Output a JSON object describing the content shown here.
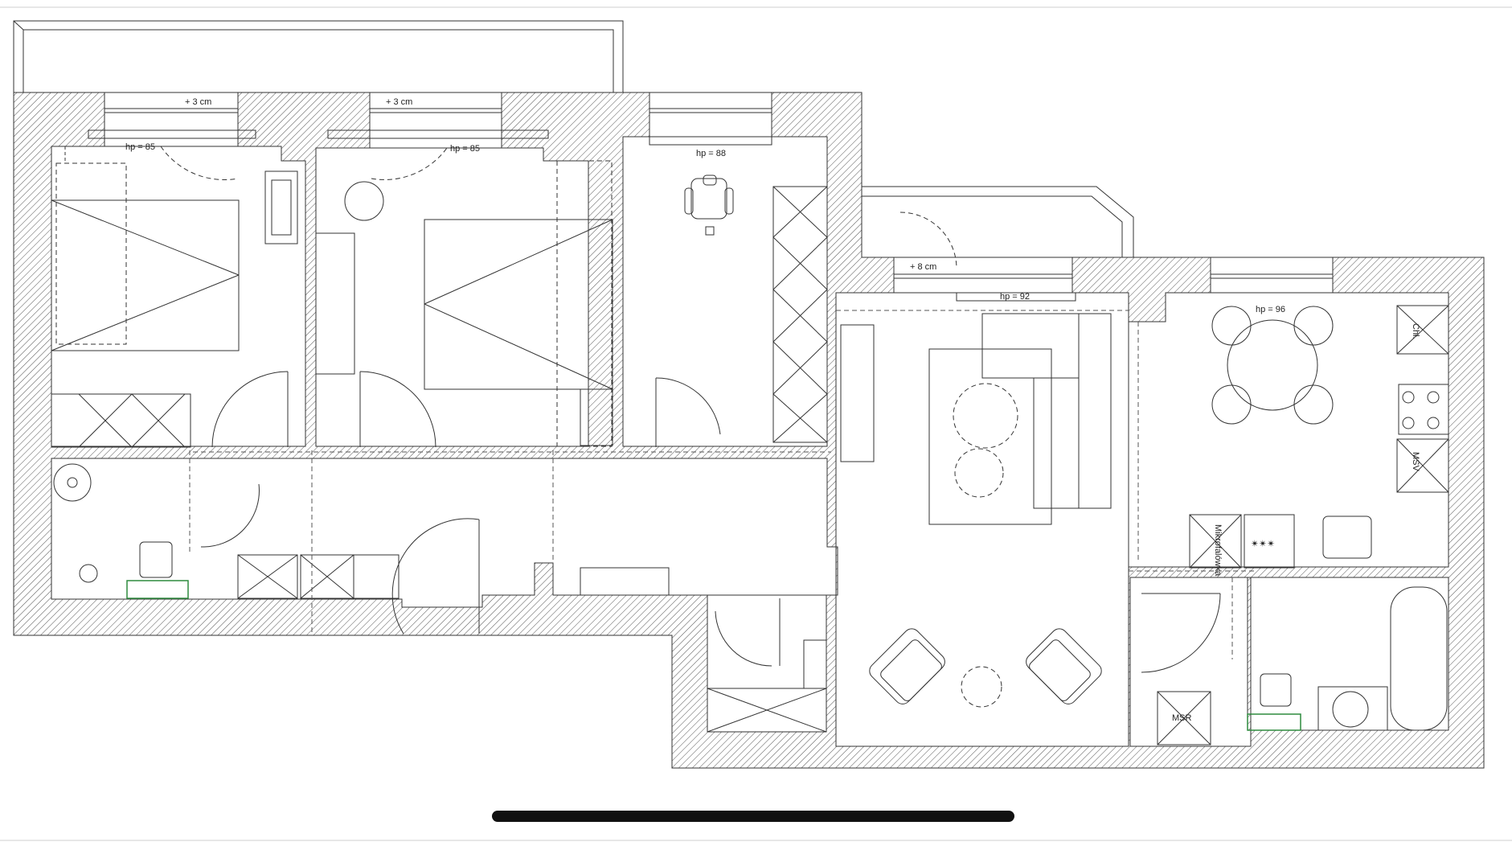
{
  "plan": {
    "labels": {
      "window_note_1": "+ 3 cm",
      "window_note_2": "+ 3 cm",
      "window_note_3": "+ 8 cm",
      "sill_1": "hp = 85",
      "sill_2": "hp = 85",
      "sill_3": "hp = 88",
      "sill_4": "hp = 92",
      "sill_5": "hp = 96",
      "appliance_fridge": "Chł.",
      "appliance_dishwasher": "MSV",
      "appliance_washer": "MSR",
      "appliance_microwave": "Mikrofalówka",
      "hob_marks": "✴✴✴"
    }
  },
  "ui": {
    "home_indicator": "home-indicator"
  }
}
